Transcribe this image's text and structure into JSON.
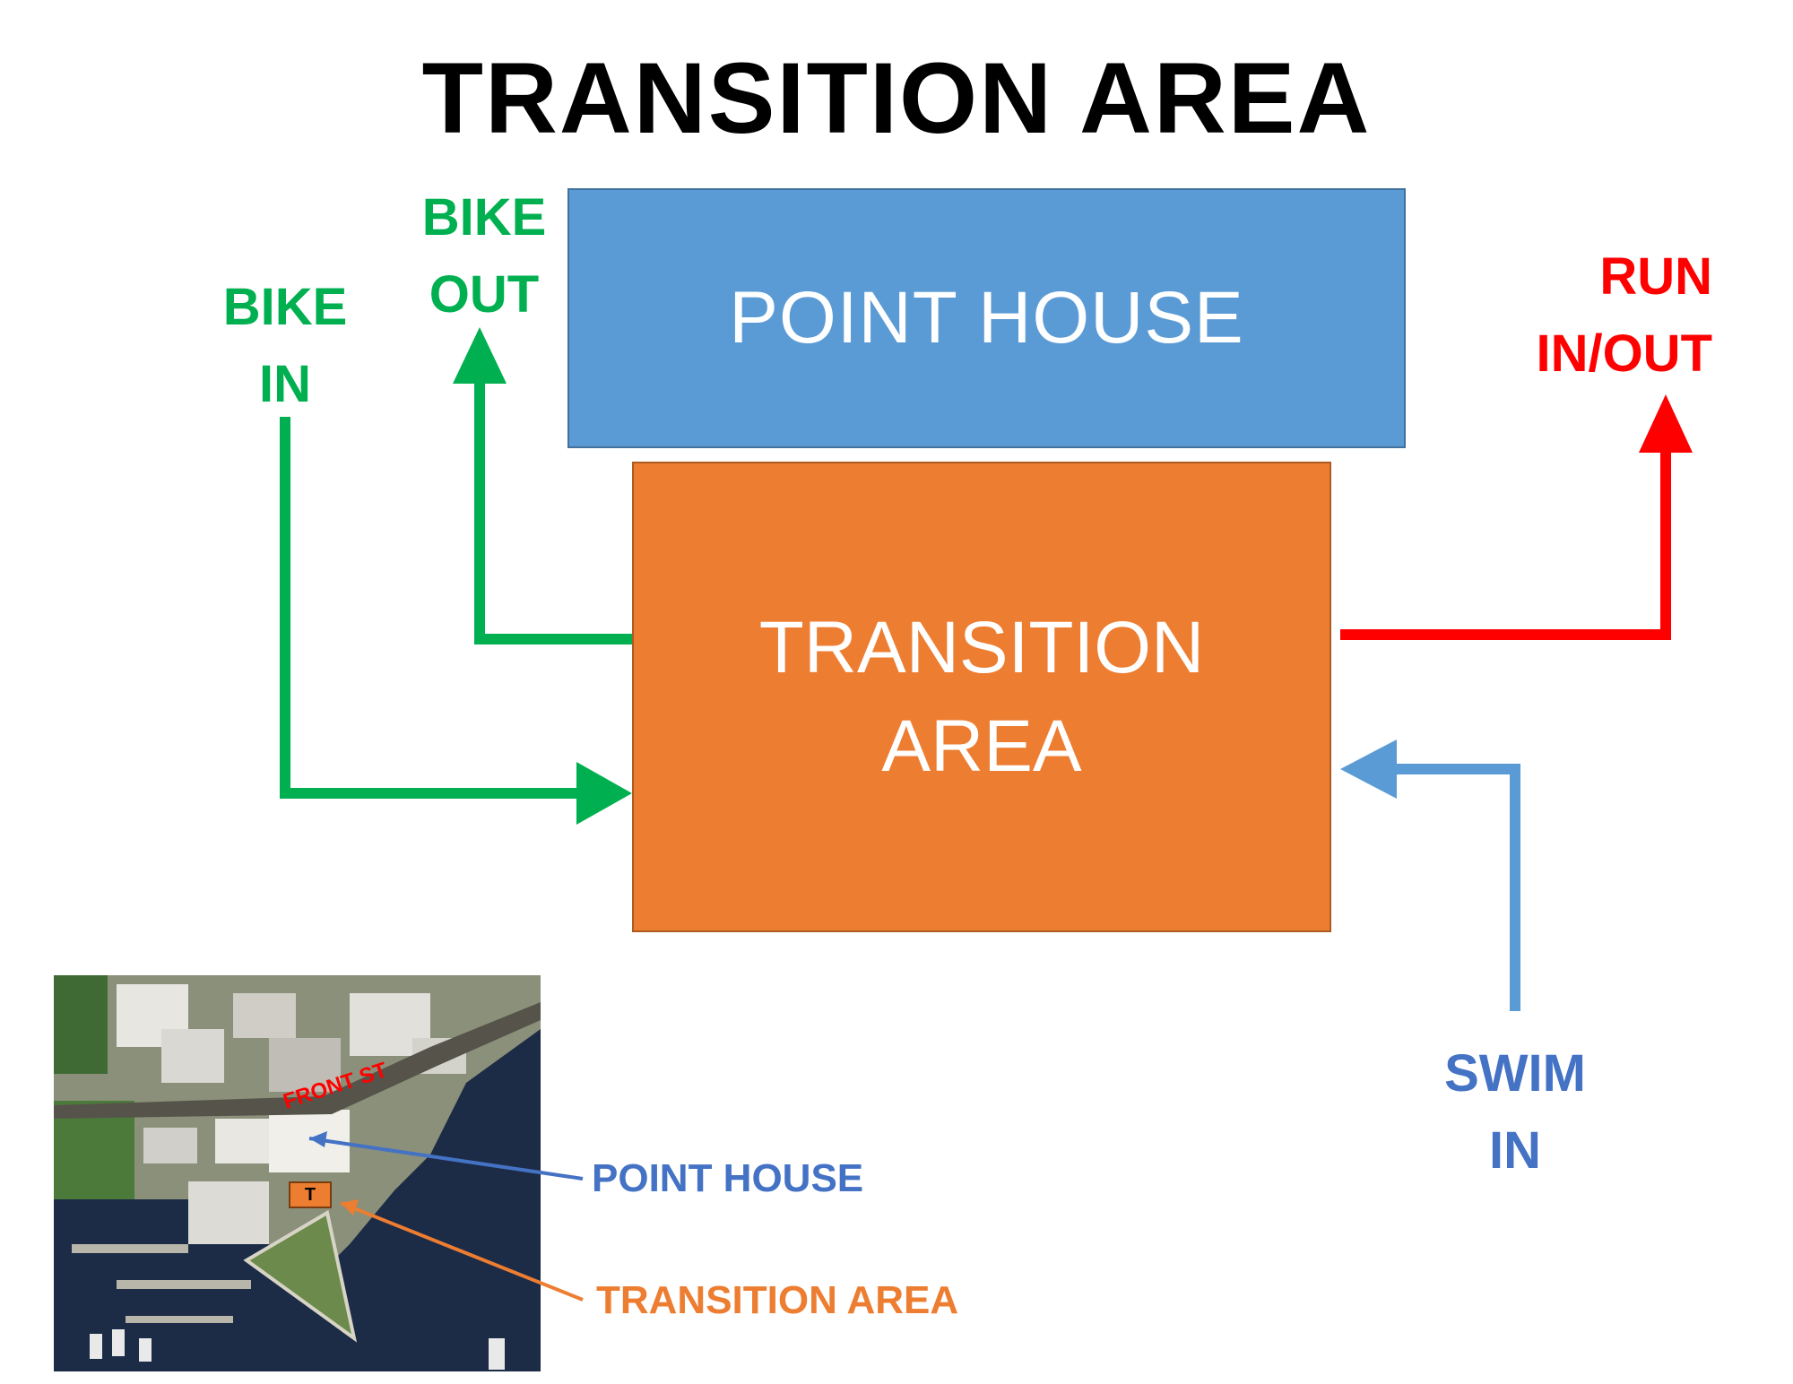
{
  "title": "TRANSITION AREA",
  "boxes": {
    "point_house": "POINT HOUSE",
    "transition_area_line1": "TRANSITION",
    "transition_area_line2": "AREA"
  },
  "labels": {
    "bike_in": [
      "BIKE",
      "IN"
    ],
    "bike_out": [
      "BIKE",
      "OUT"
    ],
    "run": [
      "RUN",
      "IN/OUT"
    ],
    "swim_in": [
      "SWIM",
      "IN"
    ]
  },
  "map": {
    "street_label": "FRONT ST",
    "marker_letter": "T",
    "callout_point_house": "POINT HOUSE",
    "callout_transition_area": "TRANSITION AREA"
  },
  "colors": {
    "bike": "#00b050",
    "run": "#ff0000",
    "swim": "#5b9bd5",
    "point_house": "#5b9bd5",
    "transition_area": "#ed7d31"
  }
}
